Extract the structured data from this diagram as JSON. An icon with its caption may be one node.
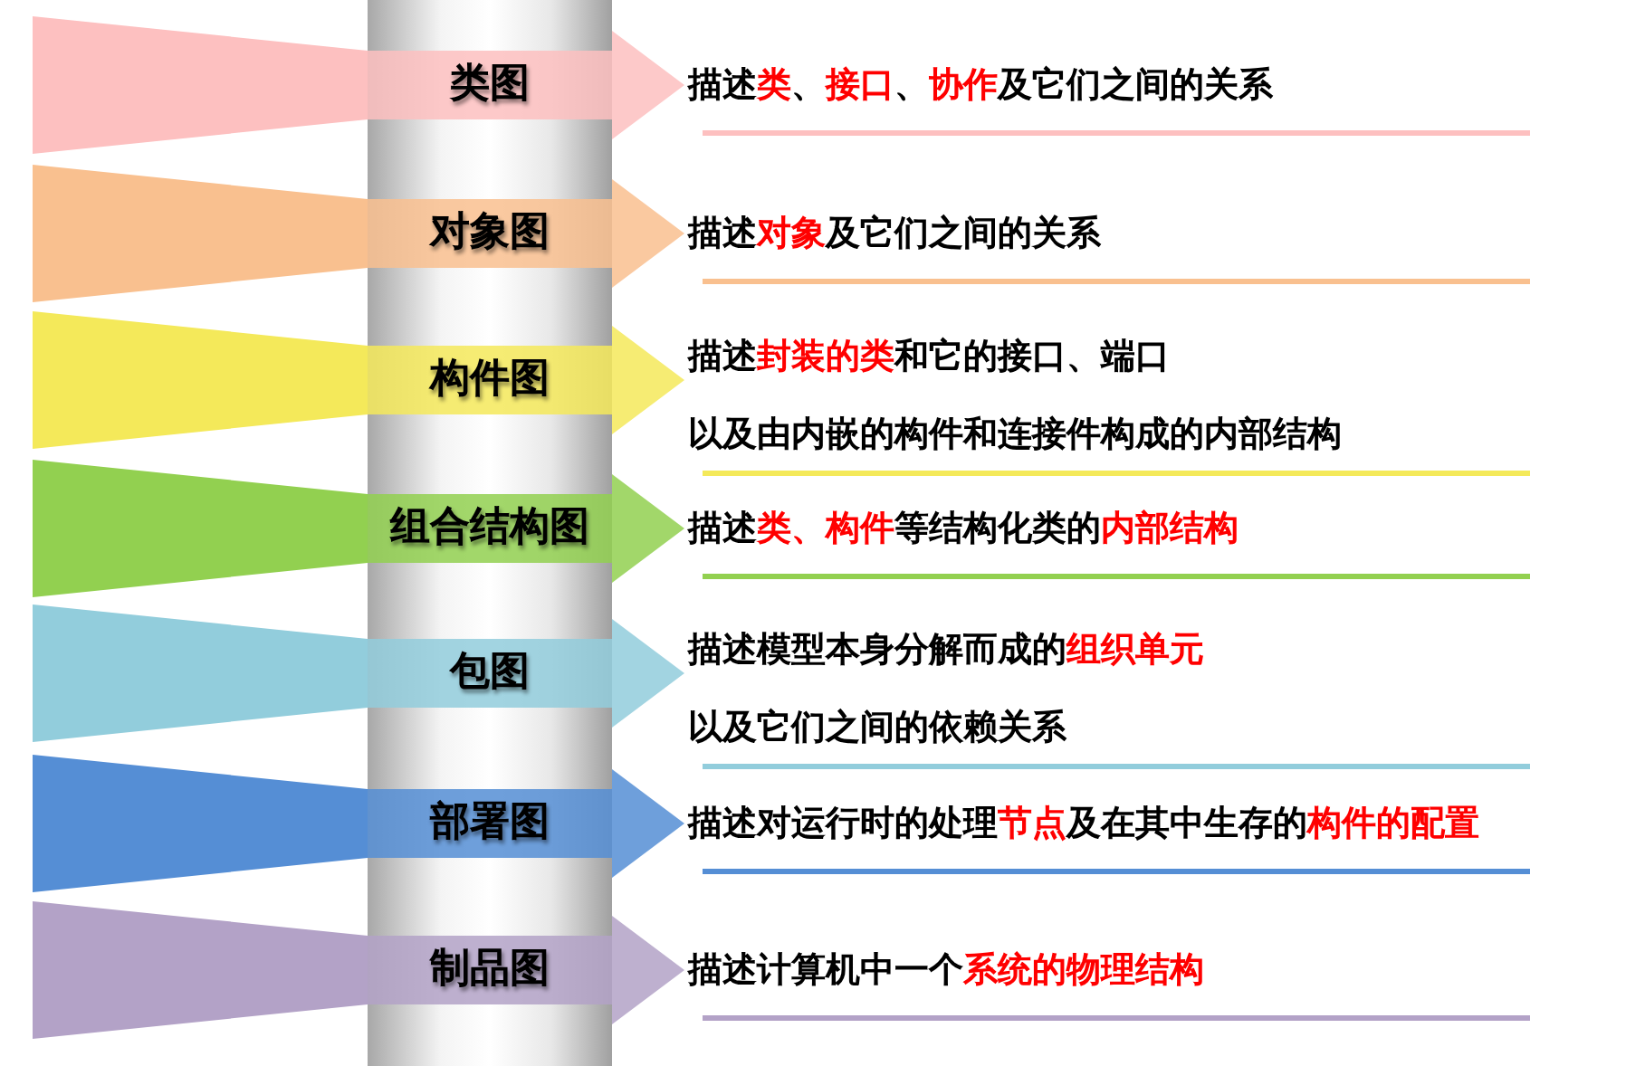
{
  "diagram": {
    "nodes": [
      {
        "text": [
          "类图"
        ],
        "beside": [
          "描述**类**、**接口**、**协作**及它们之间的关系"
        ]
      },
      {
        "text": [
          "对象图"
        ],
        "beside": [
          "描述**对象**及它们之间的关系"
        ]
      },
      {
        "text": [
          "构件图"
        ],
        "beside": [
          "描述**封装的类**和它的接口、端口",
          "以及由内嵌的构件和连接件构成的内部结构"
        ]
      },
      {
        "text": [
          "组合结构图"
        ],
        "beside": [
          "描述**类、构件**等结构化类的**内部结构**"
        ]
      },
      {
        "text": [
          "包图"
        ],
        "beside": [
          "描述模型本身分解而成的**组织单元**",
          "以及它们之间的依赖关系"
        ]
      },
      {
        "text": [
          "部署图"
        ],
        "beside": [
          "描述对运行时的处理**节点**及在其中生存的**构件的配置**"
        ]
      },
      {
        "text": [
          "制品图"
        ],
        "beside": [
          "描述计算机中一个**系统的物理结构**"
        ]
      }
    ]
  }
}
